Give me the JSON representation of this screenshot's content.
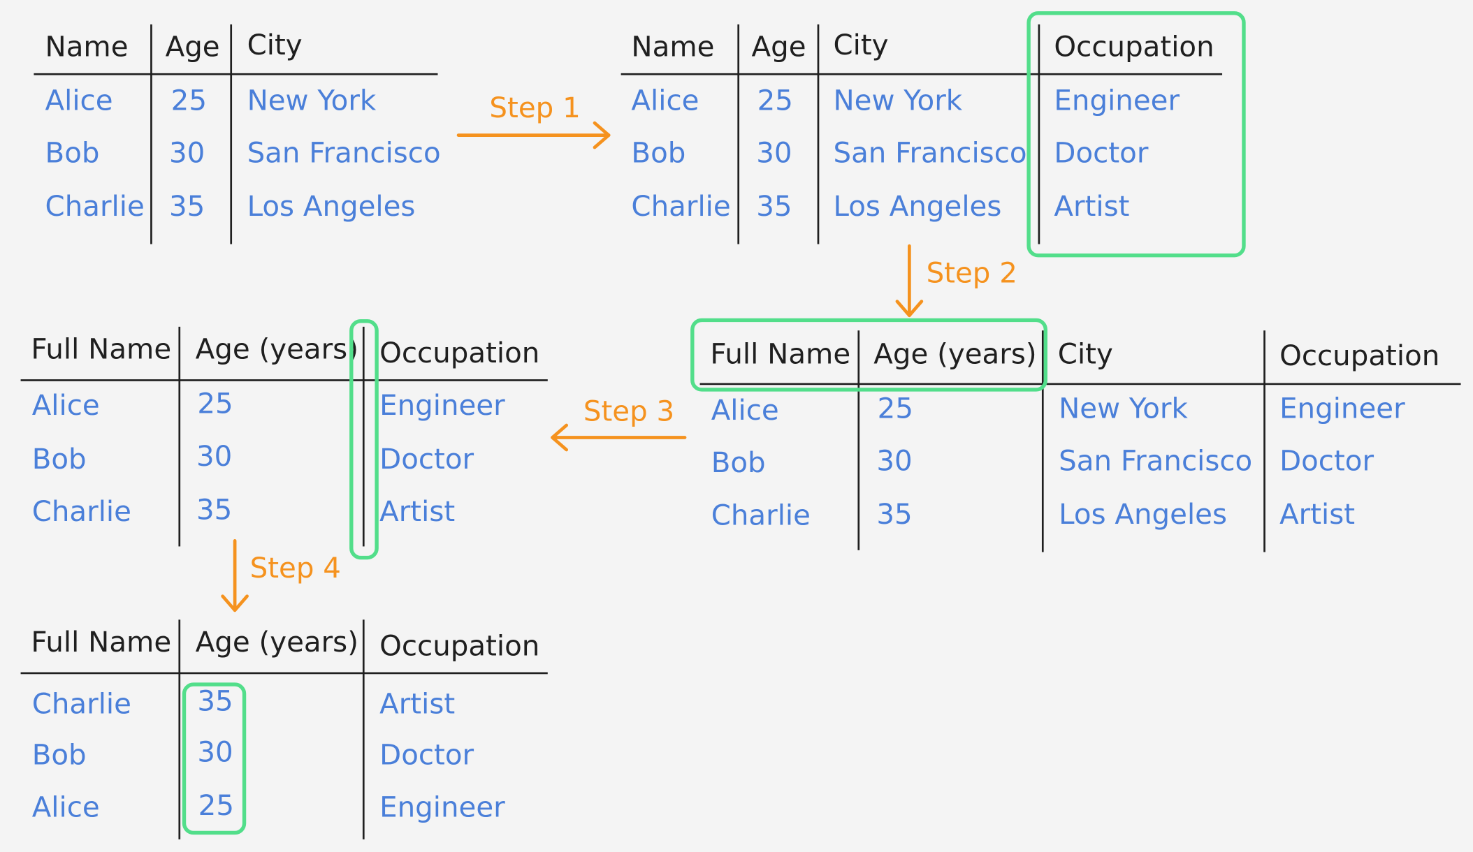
{
  "tables": [
    {
      "headers": [
        "Name",
        "Age",
        "City"
      ],
      "rows": [
        [
          "Alice",
          "25",
          "New York"
        ],
        [
          "Bob",
          "30",
          "San Francisco"
        ],
        [
          "Charlie",
          "35",
          "Los Angeles"
        ]
      ]
    },
    {
      "headers": [
        "Name",
        "Age",
        "City",
        "Occupation"
      ],
      "rows": [
        [
          "Alice",
          "25",
          "New York",
          "Engineer"
        ],
        [
          "Bob",
          "30",
          "San Francisco",
          "Doctor"
        ],
        [
          "Charlie",
          "35",
          "Los Angeles",
          "Artist"
        ]
      ]
    },
    {
      "headers": [
        "Full Name",
        "Age (years)",
        "City",
        "Occupation"
      ],
      "rows": [
        [
          "Alice",
          "25",
          "New York",
          "Engineer"
        ],
        [
          "Bob",
          "30",
          "San Francisco",
          "Doctor"
        ],
        [
          "Charlie",
          "35",
          "Los Angeles",
          "Artist"
        ]
      ]
    },
    {
      "headers": [
        "Full Name",
        "Age (years)",
        "Occupation"
      ],
      "rows": [
        [
          "Alice",
          "25",
          "Engineer"
        ],
        [
          "Bob",
          "30",
          "Doctor"
        ],
        [
          "Charlie",
          "35",
          "Artist"
        ]
      ]
    },
    {
      "headers": [
        "Full Name",
        "Age (years)",
        "Occupation"
      ],
      "rows": [
        [
          "Charlie",
          "35",
          "Artist"
        ],
        [
          "Bob",
          "30",
          "Doctor"
        ],
        [
          "Alice",
          "25",
          "Engineer"
        ]
      ]
    }
  ],
  "steps": [
    "Step 1",
    "Step 2",
    "Step 3",
    "Step 4"
  ],
  "colors": {
    "header_text": "#1f1f1f",
    "cell_text": "#4a7fd9",
    "highlight": "#52de8a",
    "step": "#f5921e",
    "background": "#f4f4f4"
  }
}
